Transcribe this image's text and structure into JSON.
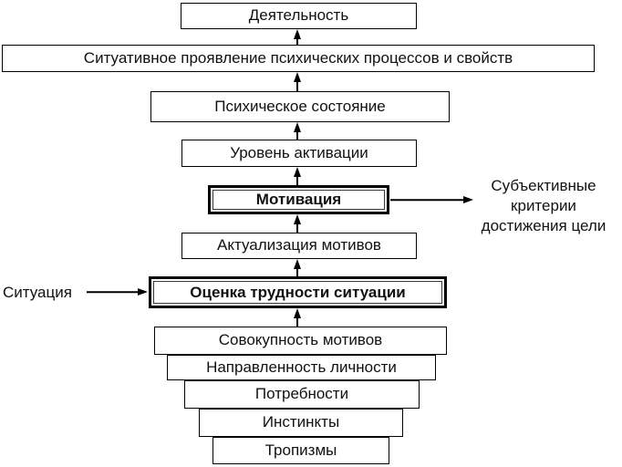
{
  "figure": {
    "chain": [
      {
        "label": "Деятельность",
        "emphasis": false
      },
      {
        "label": "Ситуативное проявление психических процессов и свойств",
        "emphasis": false
      },
      {
        "label": "Психическое состояние",
        "emphasis": false
      },
      {
        "label": "Уровень активации",
        "emphasis": false
      },
      {
        "label": "Мотивация",
        "emphasis": true
      },
      {
        "label": "Актуализация мотивов",
        "emphasis": false
      },
      {
        "label": "Оценка трудности ситуации",
        "emphasis": true
      }
    ],
    "pyramid": [
      {
        "label": "Совокупность мотивов"
      },
      {
        "label": "Направленность личности"
      },
      {
        "label": "Потребности"
      },
      {
        "label": "Инстинкты"
      },
      {
        "label": "Тропизмы"
      }
    ],
    "annotations": {
      "situation": "Ситуация",
      "criteria_lines": [
        "Субъективные",
        "критерии",
        "достижения цели"
      ]
    },
    "colors": {
      "line": "#000000",
      "background": "#ffffff",
      "text": "#111111"
    }
  }
}
